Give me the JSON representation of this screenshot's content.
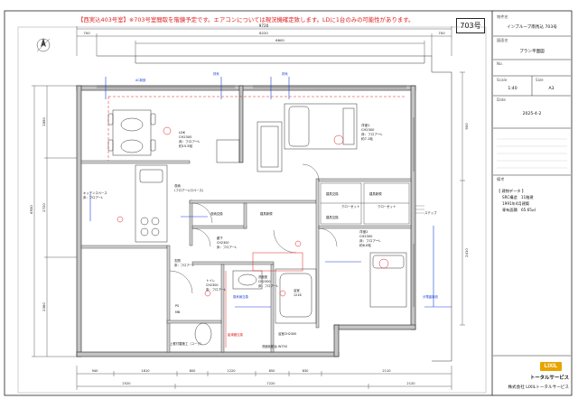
{
  "notice": "【西実込403号室】※703号室間取を階鏡予定です。エアコンについては現況機確定致します。LDに1台のみの可能性があります。",
  "unit_number": "703号",
  "title_block": {
    "property_label": "物件名",
    "property_value": "インプルーブ南馬込 703号",
    "drawing_label": "図面名",
    "drawing_value": "プラン平面図",
    "no_label": "No.",
    "scale_label": "Scale",
    "scale_value": "1:40",
    "size_label": "Size",
    "size_value": "A3",
    "date_label": "Date",
    "date_value": "2025-4-2",
    "notes_label": "備考",
    "notes": [
      "【 建物データ 】",
      "SRC構造　11階建",
      "1991年4月建築",
      "専有面積　65.65㎡"
    ]
  },
  "logo": {
    "mark": "LIXIL",
    "company": "トータルサービス",
    "company_full": "株式会社 LIXILトータルサービス"
  },
  "dimensions": {
    "top_total": "9720",
    "top_segments": [
      "700",
      "8220",
      "700"
    ],
    "top_upper": "6600",
    "bottom_segments": [
      "940",
      "1610",
      "800",
      "1220",
      "850",
      "830",
      "2110"
    ],
    "bottom_total": "7220",
    "bottom_left": "2520",
    "bottom_right": "2120",
    "left_total": "6930",
    "left_segments": [
      "1850",
      "2720",
      "2360"
    ],
    "right_segments": [
      "900",
      "2410"
    ]
  },
  "rooms": [
    {
      "id": "ldk",
      "lines": [
        "LDK",
        "CH2300",
        "床：フロアーL",
        "約15.5帖"
      ]
    },
    {
      "id": "western1",
      "lines": [
        "洋室1",
        "CH2300",
        "床：フロアーL",
        "約7.1帖"
      ]
    },
    {
      "id": "western2",
      "lines": [
        "洋室2",
        "CH2300",
        "床：フロアーL",
        "約6.0帖"
      ]
    },
    {
      "id": "kitchen",
      "lines": [
        "キッチンスペース",
        "床：フロアーL"
      ]
    },
    {
      "id": "hall",
      "lines": [
        "廊下",
        "CH2300",
        "床：フロアーL"
      ]
    },
    {
      "id": "entrance",
      "lines": [
        "玄関",
        "床：フロアーL"
      ]
    },
    {
      "id": "toilet",
      "lines": [
        "トイレ",
        "CH2300",
        "床：フロアーL"
      ]
    },
    {
      "id": "washroom",
      "lines": [
        "洗面室",
        "CH2300",
        "床：フロアーL"
      ]
    },
    {
      "id": "bath",
      "lines": [
        "浴室",
        "1216"
      ]
    },
    {
      "id": "storage",
      "lines": [
        "収納",
        "(フロアーL/スペース)"
      ]
    }
  ],
  "labels": {
    "shoe_box": "収納交換",
    "closet_a": "建具新規",
    "closet_b": "建具交換",
    "closet_c": "建具新規",
    "closet_d": "建具交換",
    "wardrobe1": "クローゼット",
    "wardrobe2": "クローゼット",
    "step": "ステップ",
    "exhaust": "排気",
    "exhaust2": "排気",
    "aircon": "AC新設",
    "pipe_space": "PS",
    "mb": "MB",
    "entrance_note": "上框付替施工（ユーク）",
    "bath_note": "浴室CH2300",
    "sink_note": "洗面化粧台 W750",
    "red_note": "給湯器交換",
    "blue_note1": "換気扇交換",
    "blue_note2": "分電盤新設"
  },
  "colors": {
    "line": "#1c1c1c",
    "wall": "#bfbfbf",
    "red": "#e02020",
    "blue": "#1a3fd8",
    "accent_yellow": "#e8a400"
  }
}
